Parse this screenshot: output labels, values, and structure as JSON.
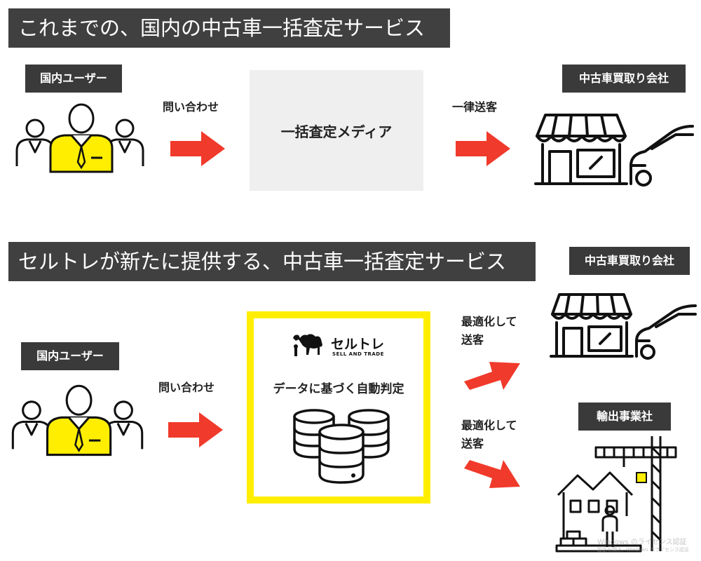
{
  "top": {
    "title": "これまでの、国内の中古車一括査定サービス",
    "user_label": "国内ユーザー",
    "arrow1_text": "問い合わせ",
    "media_text": "一括査定メディア",
    "arrow2_text": "一律送客",
    "dealer_label": "中古車買取り会社"
  },
  "bottom": {
    "title": "セルトレが新たに提供する、中古車一括査定サービス",
    "user_label": "国内ユーザー",
    "arrow1_text": "問い合わせ",
    "brand_name": "セルトレ",
    "brand_sub": "SELL AND TRADE",
    "box_text": "データに基づく自動判定",
    "dealer_label": "中古車買取り会社",
    "export_label": "輸出事業社",
    "arrow_up_text": [
      "最適化して",
      "送客"
    ],
    "arrow_down_text": [
      "最適化して",
      "送客"
    ]
  },
  "watermark": {
    "line1": "Windows のライセンス認証",
    "line2": "設定を開き、Windows のライセンス認証"
  },
  "colors": {
    "title_bg": "#404040",
    "label_bg": "#3a3a3a",
    "arrow": "#f03a2b",
    "highlight": "#ffee00",
    "media_bg": "#efefef"
  }
}
